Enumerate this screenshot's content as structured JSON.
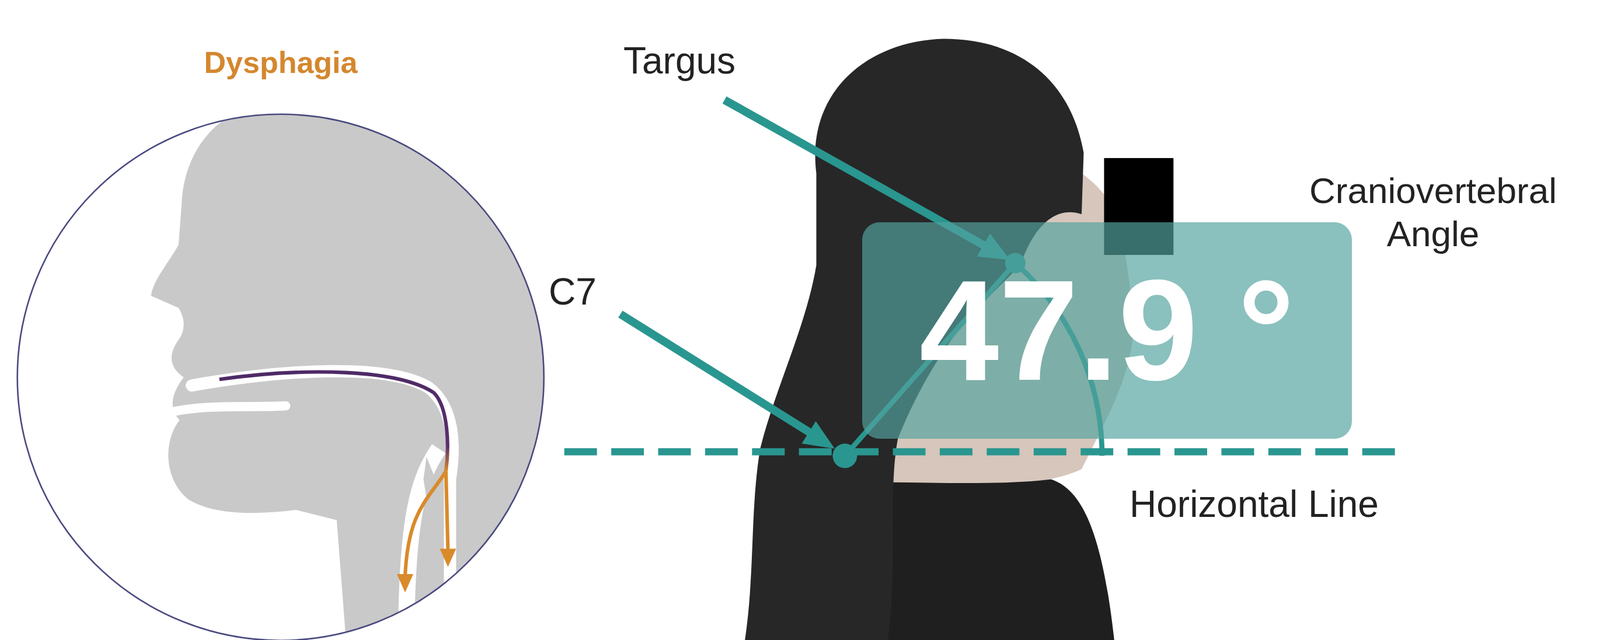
{
  "diagram": {
    "nodes": [
      {
        "text": [
          "Dysphagia"
        ]
      },
      {
        "text": [
          "47.9 °"
        ]
      }
    ],
    "labels": [
      "Targus",
      "C7",
      "Craniovertebral Angle",
      "Horizontal Line"
    ]
  }
}
